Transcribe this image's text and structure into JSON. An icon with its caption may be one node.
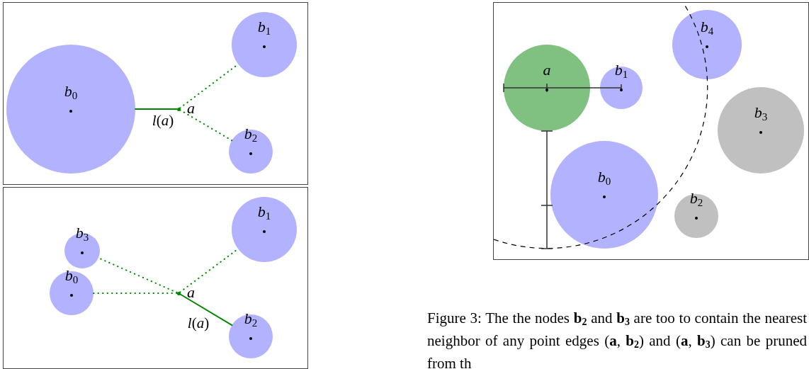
{
  "diagram": {
    "caption": "Figure 3: The the nodes **b**$_{2}$ and **b**$_{3}$ are too to contain the nearest neighbor of any point edges (**a**, **b**$_{2}$) and (**a**, **b**$_{3}$) can be pruned from th",
    "nodes": [
      {
        "text": [],
        "shape": "box"
      },
      {
        "text": [
          "b$_{0}$"
        ],
        "in": 0
      },
      {
        "text": [
          "b$_{1}$"
        ],
        "in": 0
      },
      {
        "text": [
          "b$_{2}$"
        ],
        "in": 0
      },
      {
        "text": [],
        "shape": "circle",
        "in": 0,
        "beside": [
          "a"
        ]
      },
      {
        "text": [],
        "shape": "box"
      },
      {
        "text": [
          "b$_{1}$"
        ],
        "in": 5
      },
      {
        "text": [
          "b$_{3}$"
        ],
        "in": 5
      },
      {
        "text": [
          "b$_{0}$"
        ],
        "in": 5
      },
      {
        "text": [],
        "shape": "circle",
        "in": 5,
        "beside": [
          "a"
        ]
      },
      {
        "text": [
          "b$_{2}$"
        ],
        "in": 5
      },
      {
        "text": [],
        "shape": "box"
      },
      {
        "text": [
          "b$_{4}$"
        ],
        "in": 11
      },
      {
        "text": [
          "a"
        ],
        "in": 11
      },
      {
        "text": [
          "b$_{1}$"
        ],
        "in": 11
      },
      {
        "text": [
          "b$_{3}$"
        ],
        "in": 11
      },
      {
        "text": [
          "b$_{0}$"
        ],
        "in": 11
      },
      {
        "text": [
          "b$_{2}$"
        ],
        "in": 11
      }
    ],
    "edges": [
      {
        "from": 4,
        "to": 1,
        "arrow": "none",
        "label": "*l*(*a*)"
      },
      {
        "from": 4,
        "to": 2,
        "arrow": "none",
        "style": "dashed"
      },
      {
        "from": 4,
        "to": 3,
        "arrow": "none",
        "style": "dashed"
      },
      {
        "from": 9,
        "to": 10,
        "arrow": "none",
        "label": "*l*(*a*)"
      },
      {
        "from": 9,
        "to": 6,
        "arrow": "none",
        "style": "dashed"
      },
      {
        "from": 9,
        "to": 7,
        "arrow": "none",
        "style": "dashed"
      },
      {
        "from": 9,
        "to": 8,
        "arrow": "none",
        "style": "dashed"
      }
    ]
  }
}
